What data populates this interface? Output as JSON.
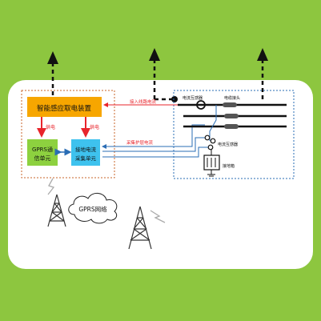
{
  "background_color": "#8dc63f",
  "panel_color": "#ffffff",
  "device": {
    "title": "智能感应取电装置",
    "fill": "#f7a600",
    "power_label_left": "供电",
    "power_label_right": "供电",
    "gprs_unit": {
      "line1": "GPRS通",
      "line2": "信单元",
      "fill": "#8dd13f"
    },
    "ground_unit": {
      "line1": "接地电流",
      "line2": "采集单元",
      "fill": "#3ec2ee"
    }
  },
  "labels": {
    "access_line_current": "接入线路电流",
    "collect_protector_current": "采集护层电流",
    "ct_top": "电流互感器",
    "cable_joint": "电缆接头",
    "ct_mid": "电流互感器",
    "ground_box": "接地箱",
    "network": "GPRS网络"
  },
  "colors": {
    "red_arrow": "#e8242b",
    "blue_line": "#2a6db5",
    "dashed_border_left": "#c8642a",
    "dashed_border_right": "#2a6db5",
    "tower": "#333333"
  },
  "icons": [
    "upload-arrow-icon",
    "signal-tower-icon",
    "lightning-icon",
    "cloud-icon",
    "current-transformer-icon",
    "ground-box-icon"
  ]
}
